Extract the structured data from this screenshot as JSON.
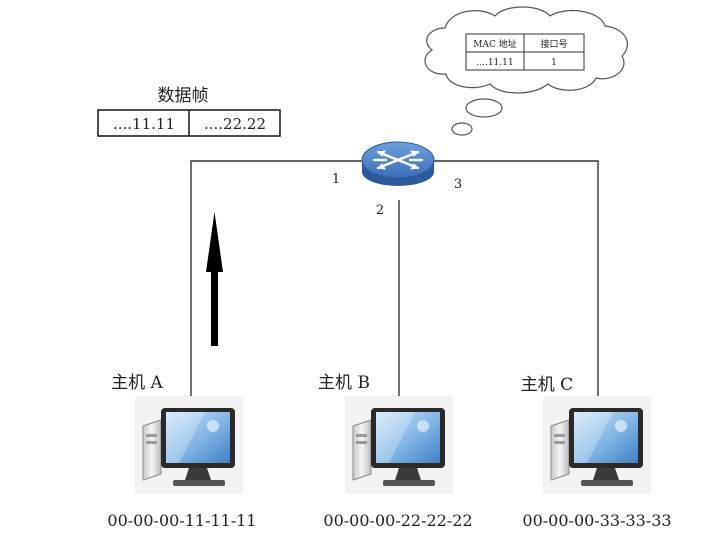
{
  "frame": {
    "title": "数据帧",
    "src_field": "....11.11",
    "dst_field": "....22.22"
  },
  "mac_table": {
    "col_mac": "MAC 地址",
    "col_port": "接口号",
    "rows": [
      {
        "mac": "....11.11",
        "port": "1"
      }
    ]
  },
  "switch": {
    "port1": "1",
    "port2": "2",
    "port3": "3"
  },
  "hosts": [
    {
      "name": "主机 A",
      "mac": "00-00-00-11-11-11"
    },
    {
      "name": "主机 B",
      "mac": "00-00-00-22-22-22"
    },
    {
      "name": "主机 C",
      "mac": "00-00-00-33-33-33"
    }
  ],
  "colors": {
    "switch_body": "#2f62a8",
    "switch_top": "#4a82c9",
    "link": "#333333",
    "arrow": "#000000",
    "screen": "#7fb4e4"
  }
}
